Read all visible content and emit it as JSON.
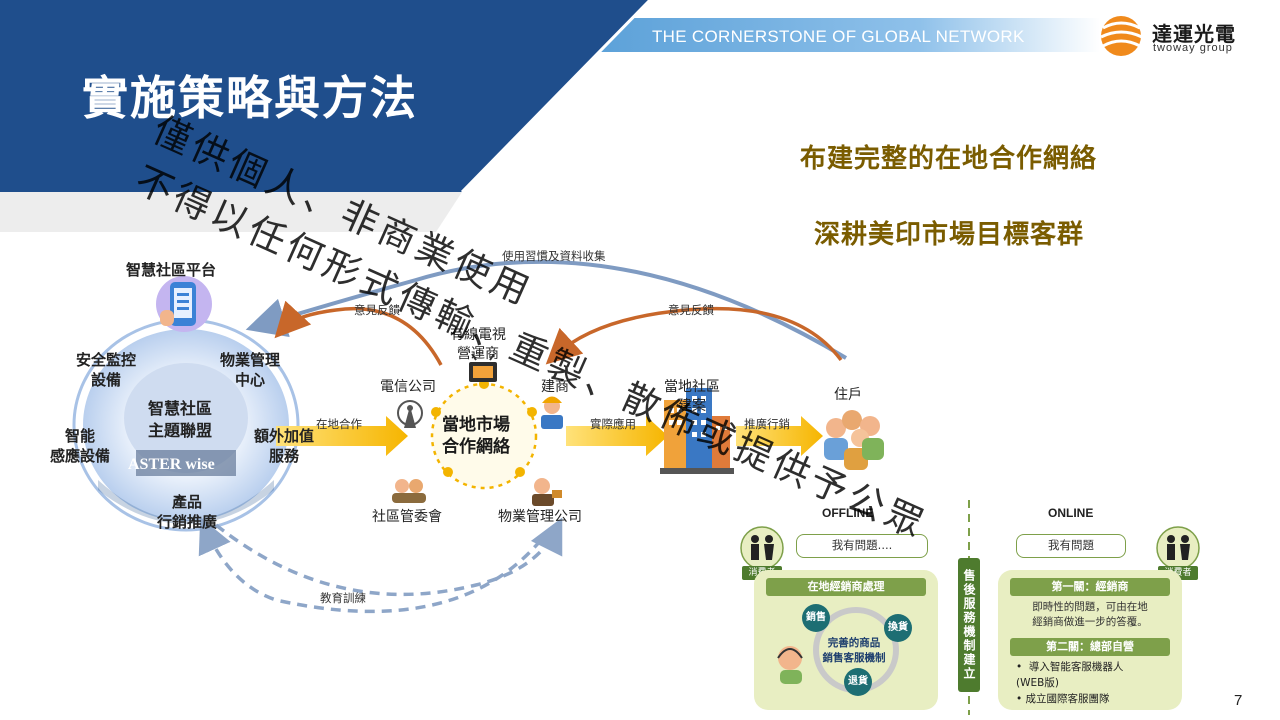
{
  "slide": {
    "title": "實施策略與方法",
    "tagline": "THE CORNERSTONE OF GLOBAL NETWORK",
    "logo_name": "達運光電",
    "logo_sub": "twoway group",
    "goals": [
      "布建完整的在地合作網絡",
      "深耕美印市場目標客群"
    ],
    "page_number": "7",
    "colors": {
      "header_blue": "#1f4e8c",
      "goal_text": "#7a5c00",
      "arrow_orange": "#f5c518",
      "feedback_orange": "#c8672a",
      "loop_blue": "#7f9bc2",
      "panel_green": "#e8eec2",
      "band_green": "#4e7b2e"
    }
  },
  "watermark": {
    "line1": "僅供個人、非商業使用",
    "line2": "不得以任何形式傳輸、重製、散佈或提供予公眾"
  },
  "diagram": {
    "platform_title": "智慧社區平台",
    "ring": {
      "top_left": "安全監控\n設備",
      "top_right": "物業管理\n中心",
      "left": "智能\n感應設備",
      "right": "額外加值\n服務",
      "bottom": "產品\n行銷推廣",
      "center": "智慧社區\n主題聯盟",
      "brand": "ASTER wise"
    },
    "hub": "當地市場\n合作網絡",
    "partners": {
      "cable": "有線電視\n營運商",
      "telecom": "電信公司",
      "builder": "建商",
      "committee": "社區管委會",
      "property": "物業管理公司"
    },
    "project": "當地社區\n建案",
    "residents": "住戶",
    "arrows": {
      "local_coop": "在地合作",
      "practical": "實際應用",
      "promote": "推廣行銷",
      "feedback_left": "意見反饋",
      "feedback_right": "意見反饋",
      "usage": "使用習慣及資料收集",
      "training": "教育訓練"
    },
    "icons": [
      "phone-icon",
      "cable-tv-icon",
      "telecom-tower-icon",
      "builder-icon",
      "committee-icon",
      "property-manager-icon",
      "buildings-icon",
      "residents-icon",
      "consumer-icon",
      "support-agent-icon"
    ]
  },
  "service": {
    "offline_label": "OFFLINE",
    "online_label": "ONLINE",
    "offline_bubble": "我有問題....",
    "online_bubble": "我有問題",
    "consumer_tag": "消費者",
    "offline_head": "在地經銷商處理",
    "cycle_words": [
      "銷售",
      "換貨",
      "退貨"
    ],
    "cycle_center": "完善的商品\n銷售客服機制",
    "band": "售後服務機制建立",
    "online_head1": "第一關：經銷商",
    "online_text1": "即時性的問題，可由在地\n經銷商做進一步的答覆。",
    "online_head2": "第二關：總部自營",
    "online_list": [
      "導入智能客服機器人\n(WEB版)",
      "成立國際客服團隊"
    ]
  }
}
